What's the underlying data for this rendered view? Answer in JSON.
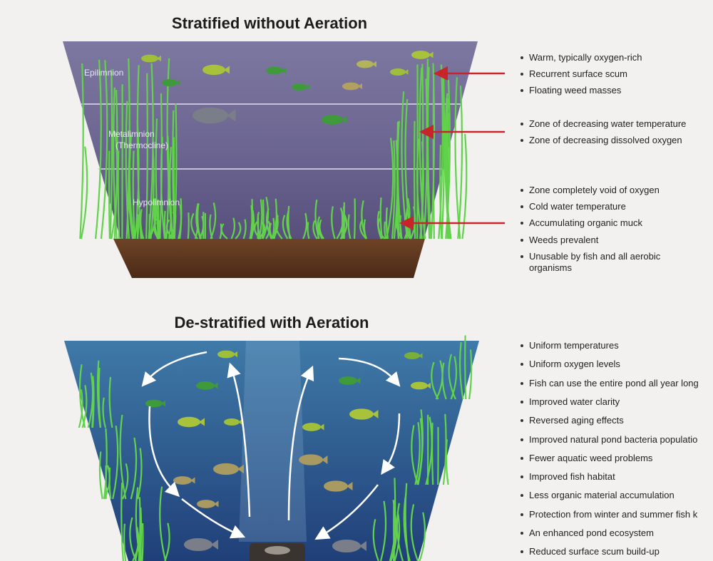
{
  "top": {
    "title": "Stratified without Aeration",
    "layers": [
      "Epilimnion",
      "Metalimnion",
      "(Thermocline)",
      "Hypolimnion"
    ],
    "groups": [
      [
        "Warm, typically oxygen-rich",
        "Recurrent surface scum",
        "Floating weed masses"
      ],
      [
        "Zone of decreasing water temperature",
        "Zone of decreasing dissolved oxygen"
      ],
      [
        "Zone completely void of oxygen",
        "Cold water temperature",
        "Accumulating organic muck",
        "Weeds prevalent",
        "Unusable by fish and all aerobic",
        "organisms"
      ]
    ],
    "arrow_color": "#c8252a"
  },
  "bottom": {
    "title": "De-stratified with Aeration",
    "items": [
      "Uniform temperatures",
      "Uniform oxygen levels",
      "Fish can use the entire pond all year long",
      "Improved water clarity",
      "Reversed aging effects",
      "Improved natural pond bacteria populatio",
      "Fewer aquatic weed problems",
      "Improved fish habitat",
      "Less organic material accumulation",
      "Protection from winter and summer fish k",
      "An enhanced pond ecosystem",
      "Reduced surface scum build-up"
    ]
  },
  "colors": {
    "stratified_water": "#6b6390",
    "aerated_water": "#2f5b8f",
    "weed": "#5fd04a",
    "muck": "#5a3520"
  }
}
